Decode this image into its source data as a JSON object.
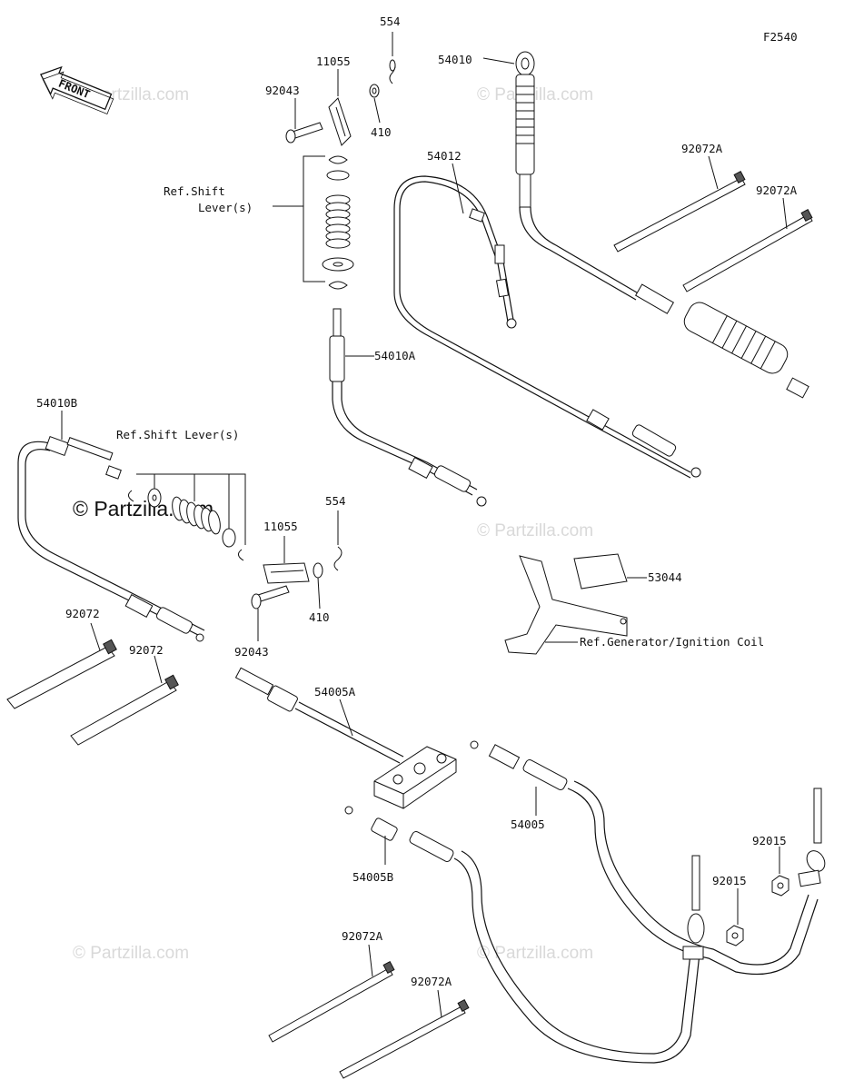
{
  "diagram_code": "F2540",
  "front_label": "FRONT",
  "watermark": "© Partzilla.com",
  "labels": {
    "p554_top": "554",
    "p11055_top": "11055",
    "p92043_top": "92043",
    "p410_top": "410",
    "ref_shift_top_1": "Ref.Shift",
    "ref_shift_top_2": "Lever(s)",
    "p54010": "54010",
    "p54012": "54012",
    "p92072A_1": "92072A",
    "p92072A_2": "92072A",
    "p54010A": "54010A",
    "p54010B": "54010B",
    "ref_shift_mid": "Ref.Shift Lever(s)",
    "p554_mid": "554",
    "p11055_mid": "11055",
    "p410_mid": "410",
    "p92043_mid": "92043",
    "p53044": "53044",
    "ref_generator": "Ref.Generator/Ignition Coil",
    "p92072_1": "92072",
    "p92072_2": "92072",
    "p54005A": "54005A",
    "p54005": "54005",
    "p54005B": "54005B",
    "p92015_1": "92015",
    "p92015_2": "92015",
    "p92072A_3": "92072A",
    "p92072A_4": "92072A"
  }
}
